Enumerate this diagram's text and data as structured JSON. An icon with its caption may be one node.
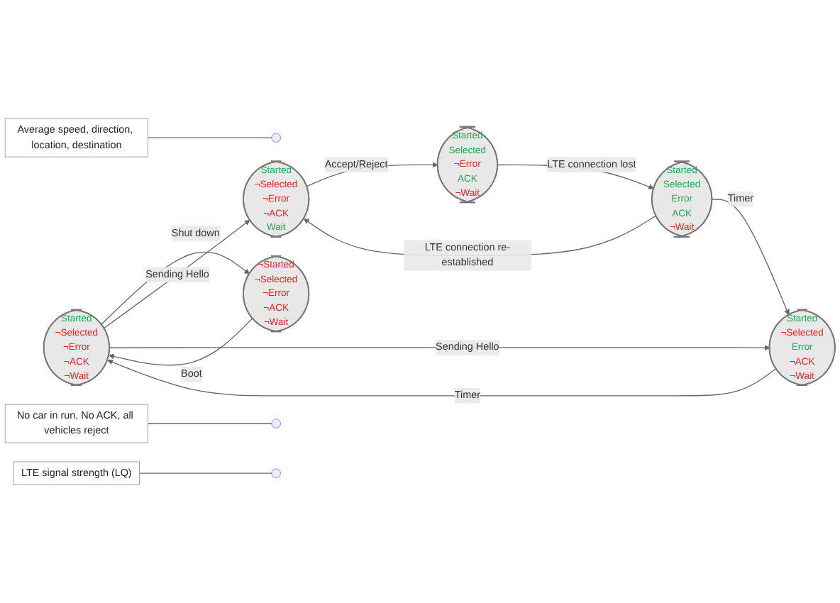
{
  "diagram": {
    "nodes": [
      {
        "text": [
          "Started",
          "¬Selected",
          "¬Error",
          "¬ACK",
          "¬Wait"
        ]
      },
      {
        "text": [
          "¬Started",
          "¬Selected",
          "¬Error",
          "¬ACK",
          "¬Wait"
        ]
      },
      {
        "text": [
          "Started",
          "¬Selected",
          "Error",
          "¬ACK",
          "¬Wait"
        ]
      },
      {
        "text": [
          "Started",
          "¬Selected",
          "¬Error",
          "¬ACK",
          "Wait"
        ]
      },
      {
        "text": [
          "Started",
          "Selected",
          "¬Error",
          "ACK",
          "¬Wait"
        ]
      },
      {
        "text": [
          "Started",
          "Selected",
          "Error",
          "ACK",
          "¬Wait"
        ]
      },
      {
        "text": [
          "Average speed, direction, location, destination"
        ]
      },
      {
        "text": [
          "No car in run, No ACK, all vehicles reject"
        ]
      },
      {
        "text": [
          "LTE signal strength (LQ)"
        ]
      }
    ],
    "edges": [
      {
        "from": 0,
        "to": 1,
        "arrow": "to",
        "label": "Shut down"
      },
      {
        "from": 1,
        "to": 0,
        "arrow": "to",
        "label": "Boot"
      },
      {
        "from": 0,
        "to": 3,
        "arrow": "to",
        "label": "Sending Hello"
      },
      {
        "from": 2,
        "to": 0,
        "arrow": "to",
        "label": "Timer"
      },
      {
        "from": 0,
        "to": 2,
        "arrow": "to",
        "label": "Sending Hello"
      },
      {
        "from": 5,
        "to": 3,
        "arrow": "to",
        "label": "LTE connection re-established"
      },
      {
        "from": 3,
        "to": 4,
        "arrow": "to",
        "label": "Accept/Reject"
      },
      {
        "from": 4,
        "to": 5,
        "arrow": "to",
        "label": "LTE connection lost"
      },
      {
        "from": 5,
        "to": 2,
        "arrow": "to",
        "label": "Timer"
      },
      {
        "from": 6,
        "to": null,
        "arrow": "none"
      },
      {
        "from": 7,
        "to": null,
        "arrow": "none"
      },
      {
        "from": 8,
        "to": null,
        "arrow": "none"
      }
    ]
  }
}
